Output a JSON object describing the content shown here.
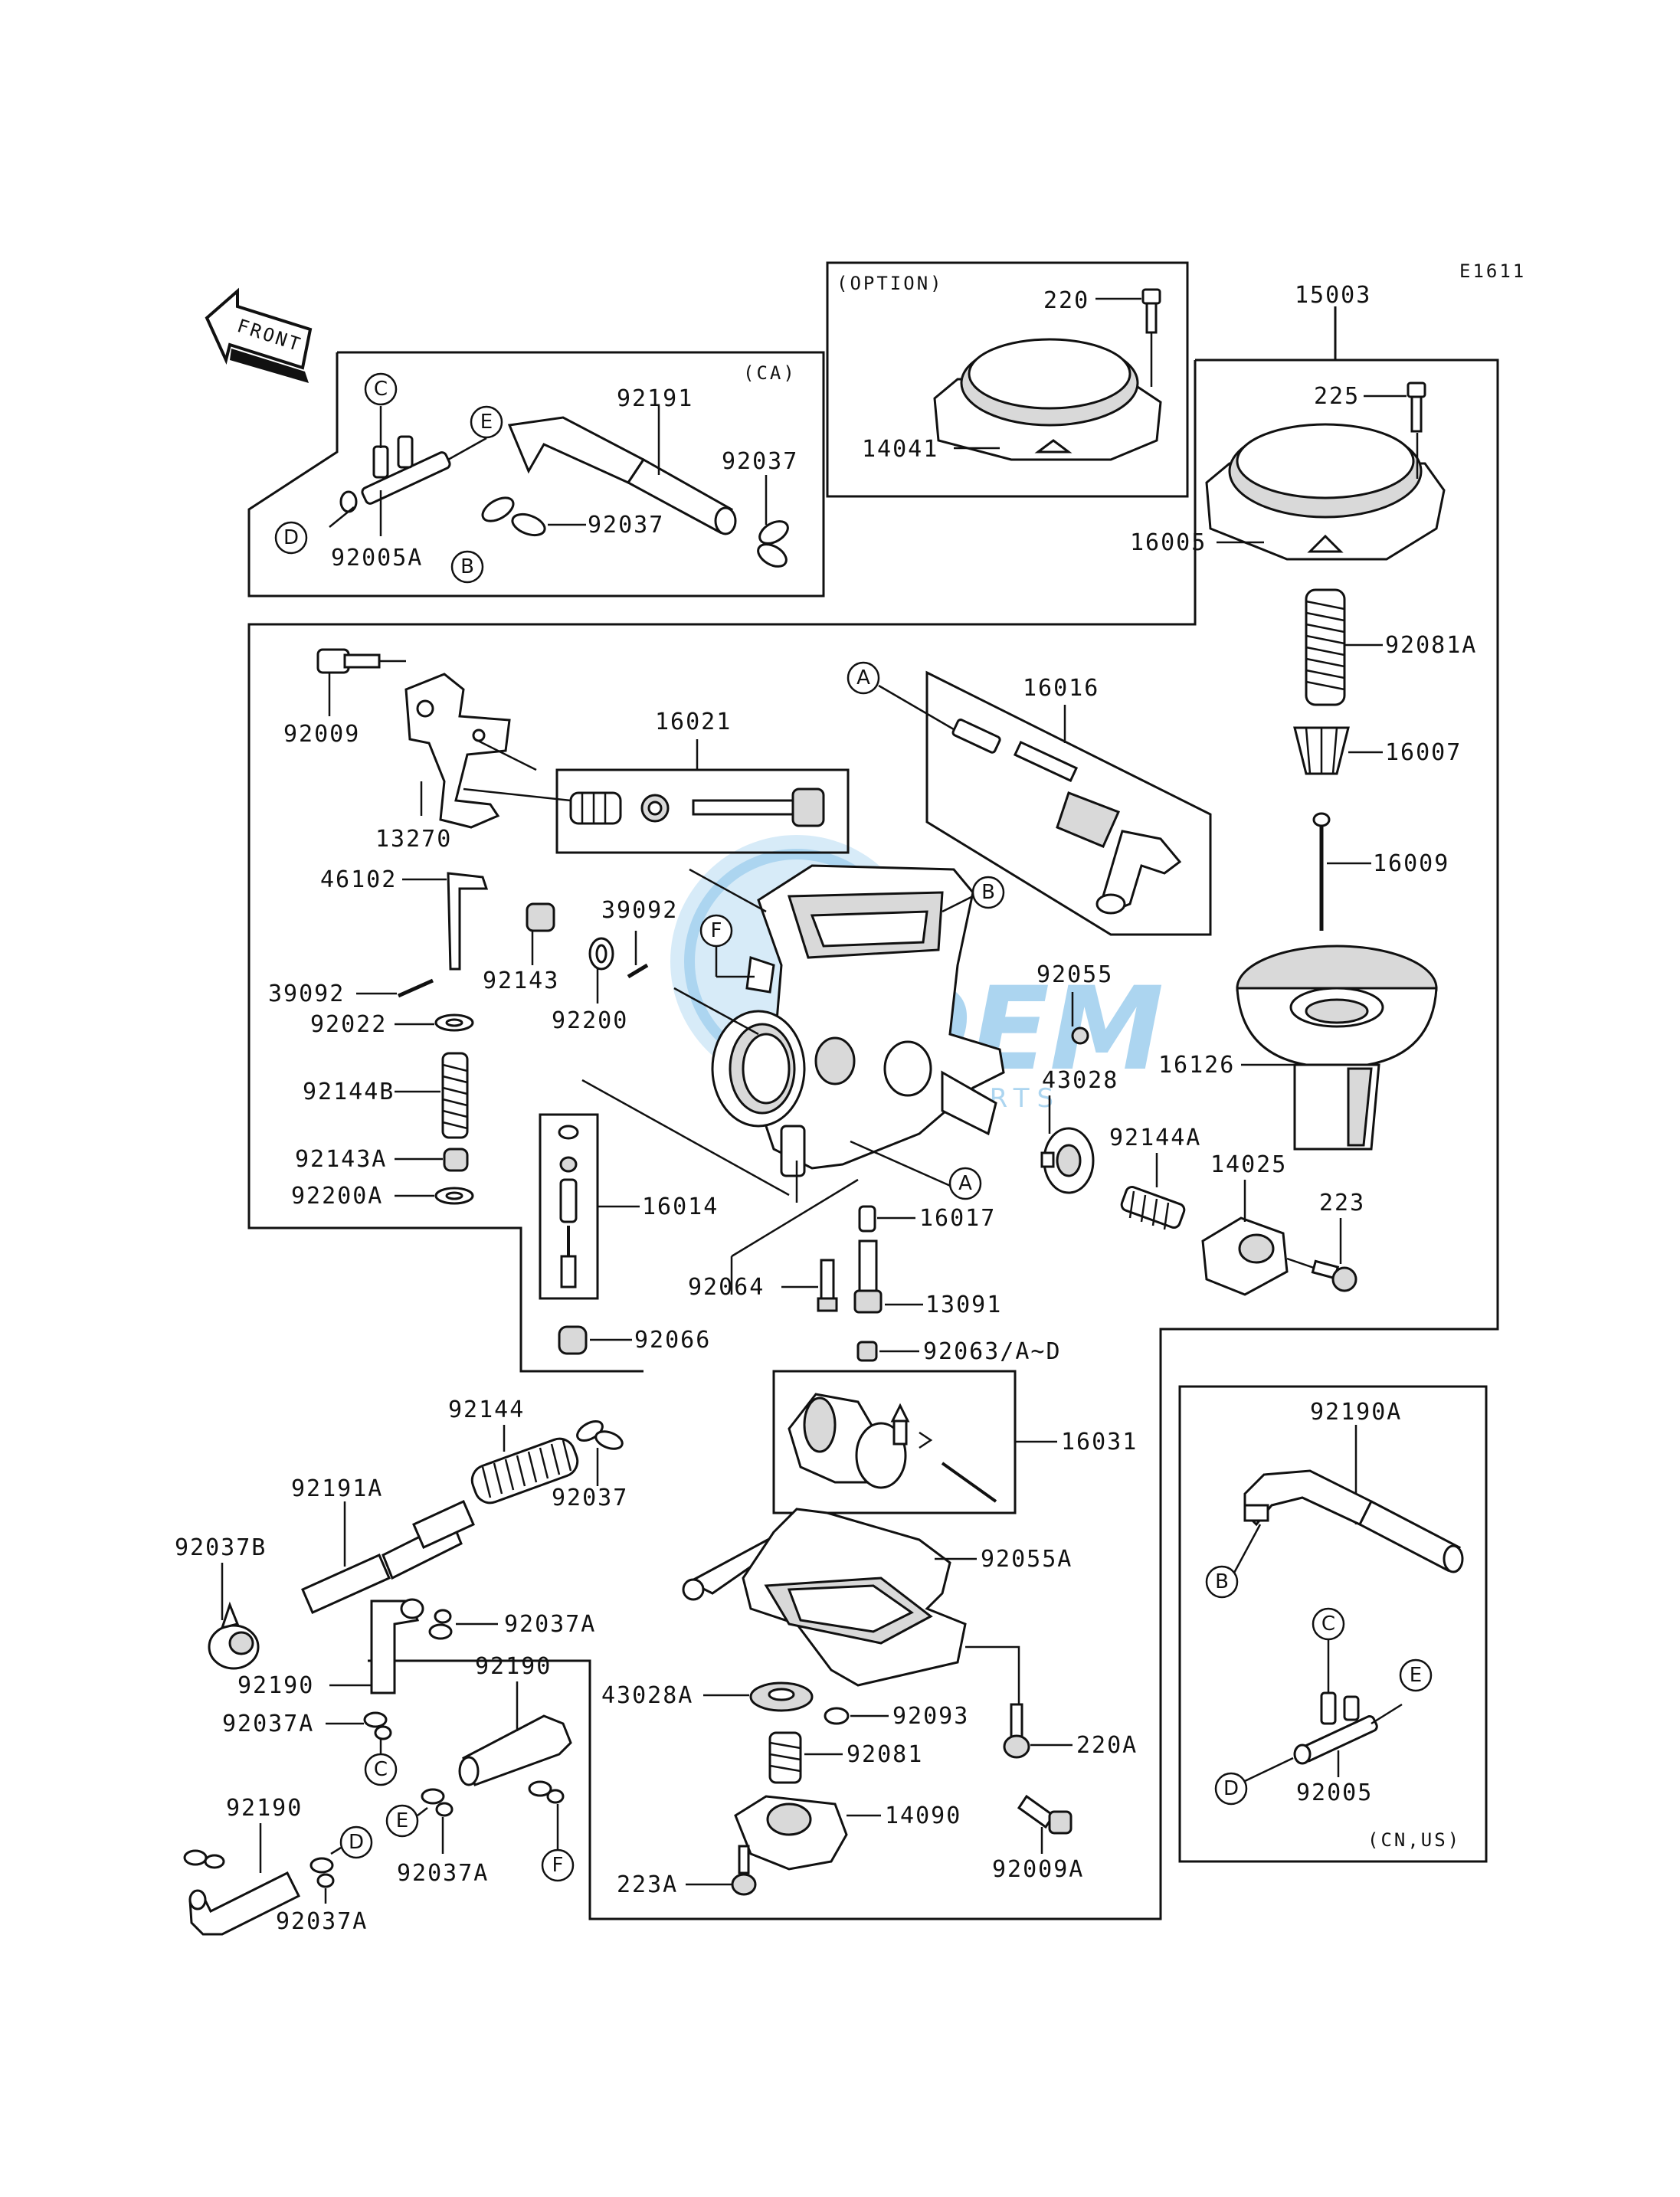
{
  "diagram_code": "E1611",
  "direction_label": "FRONT",
  "group_labels": {
    "option": "(OPTION)",
    "ca": "(CA)",
    "cn_us": "(CN,US)"
  },
  "watermark": {
    "brand": "OEM",
    "sub": "PARTS"
  },
  "callouts": [
    "A",
    "B",
    "C",
    "D",
    "E",
    "F"
  ],
  "parts": {
    "p220": "220",
    "p15003": "15003",
    "p225": "225",
    "p14041": "14041",
    "p16005": "16005",
    "p92191": "92191",
    "p92037_ca1": "92037",
    "p92037_ca2": "92037",
    "p92005A": "92005A",
    "p92081A": "92081A",
    "p16007": "16007",
    "p16009": "16009",
    "p16126": "16126",
    "p92009": "92009",
    "p13270": "13270",
    "p16021": "16021",
    "p16016": "16016",
    "p46102": "46102",
    "p39092_a": "39092",
    "p39092_b": "39092",
    "p92143": "92143",
    "p92200": "92200",
    "p92022": "92022",
    "p92144B": "92144B",
    "p92143A": "92143A",
    "p92200A": "92200A",
    "p16014": "16014",
    "p92055": "92055",
    "p43028": "43028",
    "p92144A": "92144A",
    "p14025": "14025",
    "p223": "223",
    "p16017": "16017",
    "p92064": "92064",
    "p13091": "13091",
    "p92066": "92066",
    "p92063": "92063/A~D",
    "p16031": "16031",
    "p92055A": "92055A",
    "p43028A": "43028A",
    "p92093": "92093",
    "p220A": "220A",
    "p92081": "92081",
    "p14090": "14090",
    "p223A": "223A",
    "p92009A": "92009A",
    "p92144": "92144",
    "p92037_m": "92037",
    "p92191A": "92191A",
    "p92037B": "92037B",
    "p92037A_1": "92037A",
    "p92190_1": "92190",
    "p92037A_2": "92037A",
    "p92190_2": "92190",
    "p92037A_3": "92037A",
    "p92190_3": "92190",
    "p92037A_4": "92037A",
    "p92190A": "92190A",
    "p92005": "92005"
  }
}
